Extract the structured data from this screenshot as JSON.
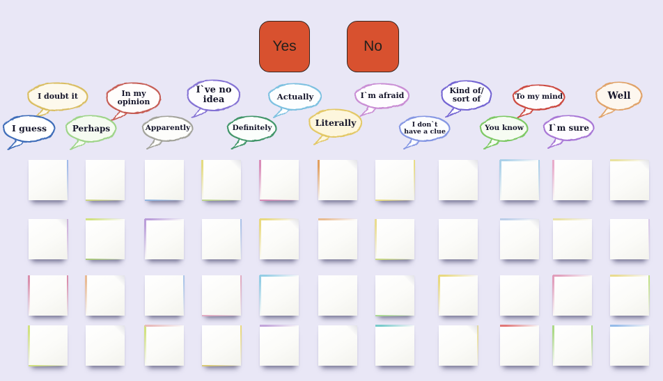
{
  "board": {
    "background_color": "#e9e7f6"
  },
  "choices": {
    "yes_label": "Yes",
    "no_label": "No",
    "fill_color": "#d8512f",
    "border_color": "#352620",
    "text_color": "#23201c"
  },
  "bubbles": [
    {
      "id": "i-doubt-it",
      "label": "I doubt it",
      "lines": "I doubt it",
      "color": "#d9bd61",
      "fill": "#fdf9ec"
    },
    {
      "id": "in-my-opinion",
      "label": "In my opinion",
      "lines": "In my\nopinion",
      "color": "#c65d55",
      "fill": "#fffdfc"
    },
    {
      "id": "ive-no-idea",
      "label": "I`ve no idea",
      "lines": "I`ve no\nidea",
      "color": "#8472d4",
      "fill": "#fefdff"
    },
    {
      "id": "actually",
      "label": "Actually",
      "lines": "Actually",
      "color": "#7cc0e0",
      "fill": "#fcfeff"
    },
    {
      "id": "im-afraid",
      "label": "I`m afraid",
      "lines": "I`m afraid",
      "color": "#c98dd4",
      "fill": "#fefcff"
    },
    {
      "id": "kind-of-sort-of",
      "label": "Kind of/ sort of",
      "lines": "Kind of/\nsort of",
      "color": "#7263d2",
      "fill": "#fdfdff"
    },
    {
      "id": "to-my-mind",
      "label": "To my mind",
      "lines": "To my mind",
      "color": "#cc4840",
      "fill": "#fffcfc"
    },
    {
      "id": "well",
      "label": "Well",
      "lines": "Well",
      "color": "#e0a268",
      "fill": "#fdf7ef"
    },
    {
      "id": "i-guess",
      "label": "I guess",
      "lines": "I guess",
      "color": "#3e6cb8",
      "fill": "#ffffff"
    },
    {
      "id": "perhaps",
      "label": "Perhaps",
      "lines": "Perhaps",
      "color": "#9ed489",
      "fill": "#f5fbf1"
    },
    {
      "id": "apparently",
      "label": "Apparently",
      "lines": "Apparently",
      "color": "#a3a39b",
      "fill": "#fdfdfb"
    },
    {
      "id": "definitely",
      "label": "Definitely",
      "lines": "Definitely",
      "color": "#3f9468",
      "fill": "#fbfefc"
    },
    {
      "id": "literally",
      "label": "Literally",
      "lines": "Literally",
      "color": "#e3c866",
      "fill": "#fdf6dd"
    },
    {
      "id": "i-dont-have-a-clue",
      "label": "I don`t have a clue",
      "lines": "I don`t\nhave a clue",
      "color": "#8496e3",
      "fill": "#fcfdff"
    },
    {
      "id": "you-know",
      "label": "You know",
      "lines": "You know",
      "color": "#7cc863",
      "fill": "#f6fcf2"
    },
    {
      "id": "im-sure",
      "label": "I`m sure",
      "lines": "I`m sure",
      "color": "#a877d6",
      "fill": "#fefcff"
    }
  ],
  "notes": {
    "rows": 4,
    "cols": 11,
    "count": 44,
    "face_color": "#fbfbf8",
    "state": "blank"
  }
}
